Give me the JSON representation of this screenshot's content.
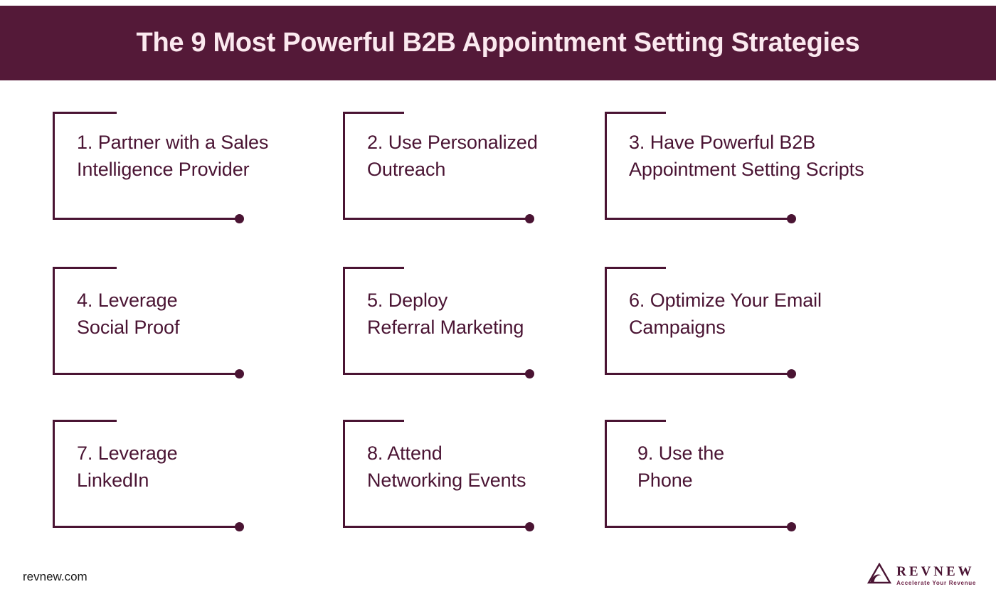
{
  "header": {
    "title": "The 9 Most Powerful B2B Appointment Setting Strategies",
    "background_color": "#541938",
    "text_color": "#fbe9ef"
  },
  "theme": {
    "accent_color": "#4a1433",
    "card_line_color": "#4a1433",
    "page_background": "#ffffff"
  },
  "cards": [
    {
      "number": "1.",
      "line1": "1. Partner with a Sales",
      "line2": "Intelligence Provider",
      "full_text": "1. Partner with a Sales Intelligence Provider"
    },
    {
      "number": "2.",
      "line1": "2. Use Personalized",
      "line2": "Outreach",
      "full_text": "2. Use Personalized Outreach"
    },
    {
      "number": "3.",
      "line1": "3. Have Powerful B2B",
      "line2": "Appointment Setting Scripts",
      "full_text": "3. Have Powerful B2B Appointment Setting Scripts"
    },
    {
      "number": "4.",
      "line1": "4. Leverage",
      "line2": "Social Proof",
      "full_text": "4. Leverage Social Proof"
    },
    {
      "number": "5.",
      "line1": "5. Deploy",
      "line2": "Referral Marketing",
      "full_text": "5. Deploy Referral Marketing"
    },
    {
      "number": "6.",
      "line1": "6. Optimize Your Email",
      "line2": "Campaigns",
      "full_text": "6. Optimize Your Email Campaigns"
    },
    {
      "number": "7.",
      "line1": "7. Leverage",
      "line2": "LinkedIn",
      "full_text": "7. Leverage LinkedIn"
    },
    {
      "number": "8.",
      "line1": "8. Attend",
      "line2": "Networking Events",
      "full_text": "8. Attend Networking Events"
    },
    {
      "number": "9.",
      "line1": "9. Use the",
      "line2": "Phone",
      "full_text": "9. Use the Phone"
    }
  ],
  "footer": {
    "url": "revnew.com",
    "logo": {
      "wordmark": "REVNEW",
      "tagline": "Accelerate Your Revenue",
      "mark_icon": "triangle-wave-icon"
    }
  }
}
